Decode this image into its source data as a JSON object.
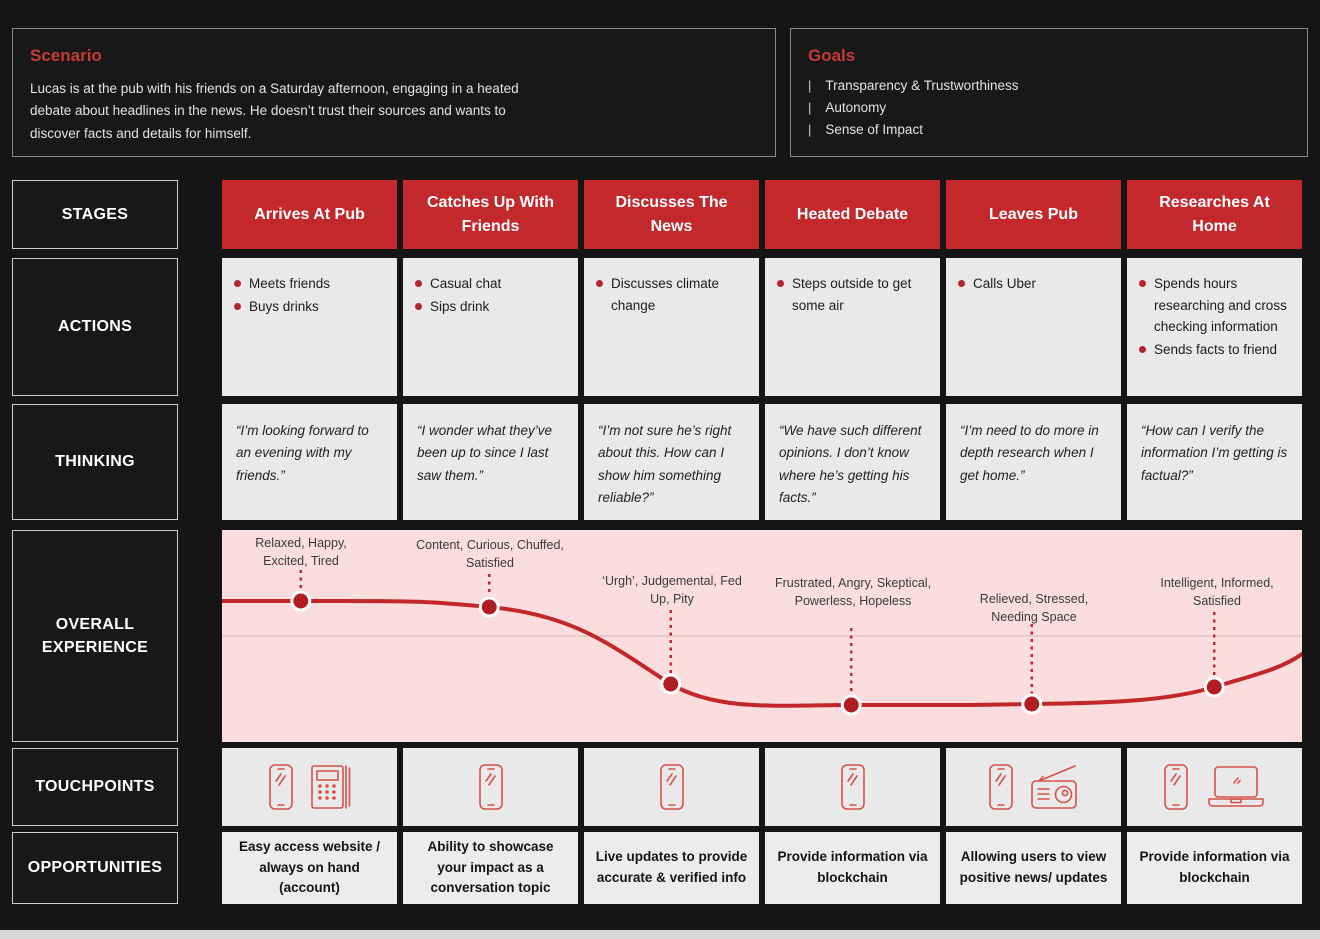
{
  "palette": {
    "background": "#151515",
    "accent_red": "#c2282c",
    "curve_red": "#c1272b",
    "dot_red": "#b01e23",
    "icon_red": "#d5524a",
    "band_pink": "#fbdddd",
    "card_gray": "#e9e9e9"
  },
  "scenario": {
    "title": "Scenario",
    "text": "Lucas is at the pub with his friends on a Saturday afternoon, engaging in a heated debate about headlines in the news. He doesn’t trust their sources and wants to discover facts and details for himself."
  },
  "goals": {
    "title": "Goals",
    "bullet_char": "|",
    "items": [
      "Transparency & Trustworthiness",
      "Autonomy",
      "Sense of Impact"
    ]
  },
  "row_labels": {
    "stages": "STAGES",
    "actions": "ACTIONS",
    "thinking": "THINKING",
    "experience": "OVERALL EXPERIENCE",
    "touchpoints": "TOUCHPOINTS",
    "opportunities": "OPPORTUNITIES"
  },
  "stages": [
    {
      "label": "Arrives At Pub",
      "actions": [
        "Meets friends",
        "Buys drinks"
      ],
      "thinking": "“I’m looking forward to an evening with my friends.”",
      "emotion": "Relaxed, Happy, Excited, Tired",
      "touchpoint_icons": [
        "phone-icon",
        "card-machine-icon"
      ],
      "opportunity": "Easy access website / always on hand (account)"
    },
    {
      "label": "Catches Up With Friends",
      "actions": [
        "Casual chat",
        "Sips drink"
      ],
      "thinking": "“I wonder what they’ve been up to since I last saw them.”",
      "emotion": "Content, Curious, Chuffed, Satisfied",
      "touchpoint_icons": [
        "phone-icon"
      ],
      "opportunity": "Ability to showcase your impact as a conversation topic"
    },
    {
      "label": "Discusses The News",
      "actions": [
        "Discusses climate change"
      ],
      "thinking": "“I’m not sure he’s right about this. How can I show him something reliable?”",
      "emotion": "‘Urgh’, Judgemental, Fed Up, Pity",
      "touchpoint_icons": [
        "phone-icon"
      ],
      "opportunity": "Live updates to provide accurate & verified info"
    },
    {
      "label": "Heated Debate",
      "actions": [
        "Steps outside to get some air"
      ],
      "thinking": "“We have such different opinions. I don’t know where he’s getting his facts.”",
      "emotion": "Frustrated, Angry, Skeptical, Powerless, Hopeless",
      "touchpoint_icons": [
        "phone-icon"
      ],
      "opportunity": "Provide information via blockchain"
    },
    {
      "label": "Leaves Pub",
      "actions": [
        "Calls Uber"
      ],
      "thinking": "“I’m need to do more in depth research when I get home.”",
      "emotion": "Relieved, Stressed, Needing Space",
      "touchpoint_icons": [
        "phone-icon",
        "radio-icon"
      ],
      "opportunity": "Allowing users to view positive news/ updates"
    },
    {
      "label": "Researches At Home",
      "actions": [
        "Spends hours researching and cross checking information",
        "Sends facts to friend"
      ],
      "thinking": "“How can I verify the information I’m getting is factual?”",
      "emotion": "Intelligent, Informed, Satisfied",
      "touchpoint_icons": [
        "phone-icon",
        "laptop-icon"
      ],
      "opportunity": "Provide information via blockchain"
    }
  ],
  "experience_curve": {
    "type": "line",
    "description": "Sentiment curve across journey stages; midline = neutral, above = positive, below = negative",
    "x_stages": [
      "Arrives At Pub",
      "Catches Up With Friends",
      "Discusses The News",
      "Heated Debate",
      "Leaves Pub",
      "Researches At Home"
    ],
    "sentiment_levels": [
      0.33,
      0.27,
      -0.45,
      -0.65,
      -0.64,
      -0.48
    ],
    "end_trend": "rising"
  }
}
